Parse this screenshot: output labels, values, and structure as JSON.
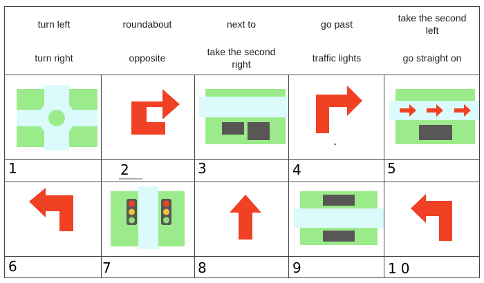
{
  "colors": {
    "grass": "#9ceb8a",
    "road": "#dafafc",
    "arrow": "#f04124",
    "car": "#595656",
    "grid": "#444444",
    "light_red": "#f04124",
    "light_amber": "#f3c23c",
    "light_green": "#8de07a"
  },
  "vocabulary": [
    {
      "top": "turn left",
      "bottom": "turn right"
    },
    {
      "top": "roundabout",
      "bottom": "opposite"
    },
    {
      "top": "next to",
      "bottom": [
        "take the second",
        "right"
      ]
    },
    {
      "top": "go past",
      "bottom": "traffic lights"
    },
    {
      "top": [
        "take the second",
        "left"
      ],
      "bottom": "go straight on"
    }
  ],
  "pictures": [
    {
      "number": "1",
      "scene": "roundabout"
    },
    {
      "number": "2",
      "scene": "turn-right-arrow"
    },
    {
      "number": "3",
      "scene": "next-to"
    },
    {
      "number": "4",
      "scene": "right-turn-arrow"
    },
    {
      "number": "5",
      "scene": "go-past"
    },
    {
      "number": "6",
      "scene": "left-turn-arrow"
    },
    {
      "number": "7",
      "scene": "traffic-lights"
    },
    {
      "number": "8",
      "scene": "straight-arrow"
    },
    {
      "number": "9",
      "scene": "opposite"
    },
    {
      "number": "10",
      "scene": "left-turn-arrow"
    }
  ],
  "stray_mark": "\""
}
